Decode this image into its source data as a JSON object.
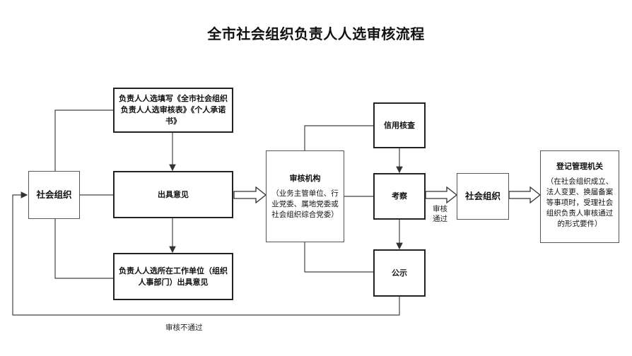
{
  "title": "全市社会组织负责人人选审核流程",
  "nodes": {
    "org_left": "社会组织",
    "fill_form": "负责人人选填写《全市社会组织负责人人选审核表》《个人承诺书》",
    "issue_opinion": "出具意见",
    "work_unit": "负责人人选所在工作单位（组织人事部门）出具意见",
    "review_org_title": "审核机构",
    "review_org_desc": "（业务主管单位、行业党委、属地党委或社会组织综合党委）",
    "credit_check": "信用核查",
    "inspect": "考察",
    "publicize": "公示",
    "org_right": "社会组织",
    "registry_title": "登记管理机关",
    "registry_desc": "（在社会组织成立、法人变更、换届备案等事项时，受理社会组织负责人审核通过的形式要件）"
  },
  "labels": {
    "pass": "审核通过",
    "fail": "审核不通过"
  }
}
